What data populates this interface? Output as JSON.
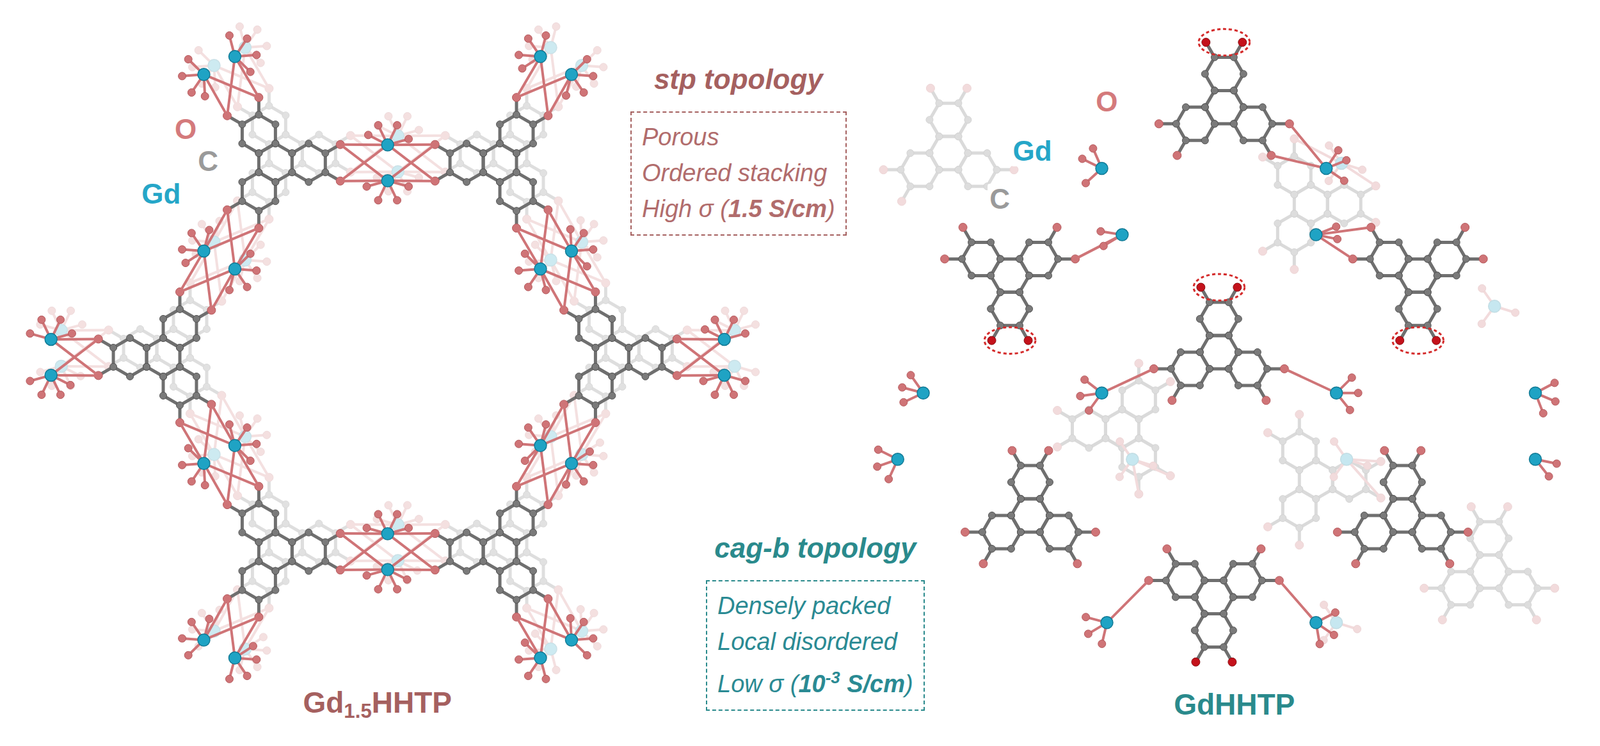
{
  "diagram": {
    "nodes": [
      {
        "text": [
          "stp topology",
          "Porous",
          "Ordered stacking",
          "High σ (1.5 S/cm)"
        ]
      },
      {
        "text": [
          "cag-b topology",
          "Densely packed",
          "Local disordered",
          "Low σ (10-3 S/cm)"
        ]
      }
    ],
    "labels": [
      "O",
      "C",
      "Gd",
      "O",
      "Gd",
      "C",
      "Gd1.5HHTP",
      "GdHHTP"
    ]
  }
}
